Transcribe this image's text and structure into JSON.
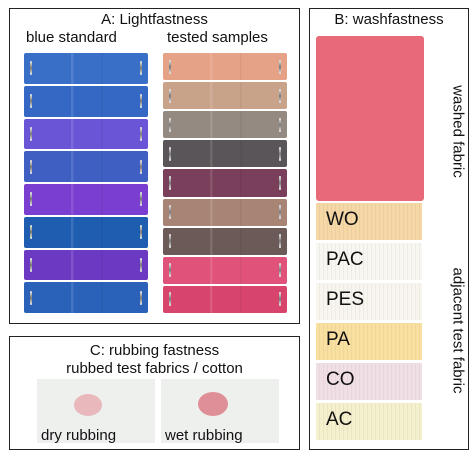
{
  "panel_a": {
    "title": "A: Lightfastness",
    "blue_standard_label": "blue standard",
    "tested_samples_label": "tested samples",
    "blue_standard_colors": [
      "#3a6fc8",
      "#3468c4",
      "#6a55d6",
      "#3f5fc3",
      "#7a3fd0",
      "#1f5db0",
      "#6c3ac2",
      "#2a62b9"
    ],
    "tested_sample_colors": [
      "#e6a287",
      "#c9a28a",
      "#958a82",
      "#5a5558",
      "#7a3f5a",
      "#a88475",
      "#6c5a58",
      "#e0527a",
      "#d8456c"
    ]
  },
  "panel_b": {
    "title": "B: washfastness",
    "washed_fabric_label": "washed fabric",
    "adjacent_label": "adjacent test fabric",
    "washed_color": "#e86a78",
    "adjacent_fabrics": [
      {
        "code": "WO",
        "color": "#f6d7a6"
      },
      {
        "code": "PAC",
        "color": "#f8f6f0"
      },
      {
        "code": "PES",
        "color": "#f7f5ee"
      },
      {
        "code": "PA",
        "color": "#f9dfa0"
      },
      {
        "code": "CO",
        "color": "#f1dfe6"
      },
      {
        "code": "AC",
        "color": "#f4efcc"
      }
    ]
  },
  "panel_c": {
    "title": "C: rubbing fastness",
    "subtitle": "rubbed test fabrics / cotton",
    "dry_label": "dry rubbing",
    "wet_label": "wet rubbing",
    "dry_stain_color": "#e9b8bc",
    "wet_stain_color": "#de8f98"
  }
}
